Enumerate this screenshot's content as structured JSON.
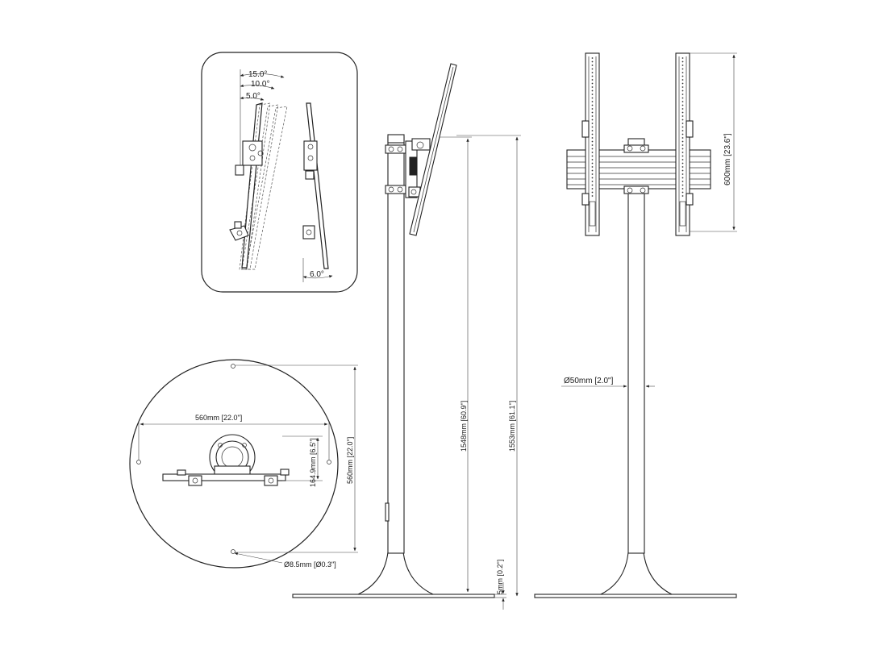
{
  "tilt_panel": {
    "angle_15": "15.0°",
    "angle_10": "10.0°",
    "angle_5": "5.0°",
    "angle_6": "6.0°"
  },
  "base_plan": {
    "bolt_spacing": "560mm [22.0\"]",
    "plate_height": "164.9mm [6.5\"]",
    "base_diameter": "560mm [22.0\"]",
    "hole_diameter": "Ø8.5mm [Ø0.3\"]"
  },
  "side_view": {
    "height_to_top_of_interface": "1548mm [60.9\"]",
    "overall_height": "1553mm [61.1\"]",
    "base_thickness": "5mm [0.2\"]"
  },
  "front_view": {
    "vertical_rail_length": "600mm [23.6\"]",
    "column_diameter": "Ø50mm [2.0\"]"
  }
}
